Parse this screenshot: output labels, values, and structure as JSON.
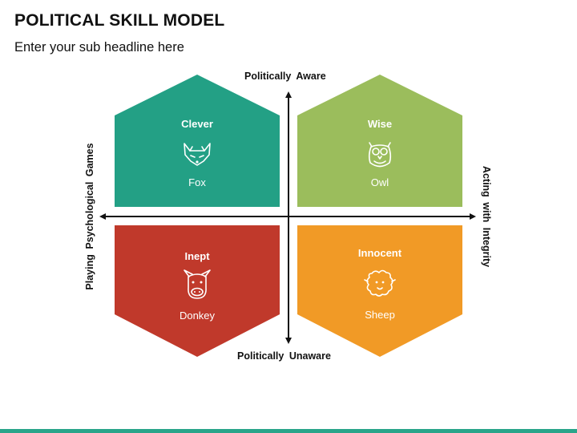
{
  "header": {
    "title": "POLITICAL SKILL MODEL",
    "subtitle": "Enter your sub headline here"
  },
  "axes": {
    "top": "Politically Aware",
    "bottom": "Politically Unaware",
    "left": "Playing Psychological Games",
    "right": "Acting with Integrity"
  },
  "quadrants": [
    {
      "id": "top-left",
      "title": "Clever",
      "animal": "Fox",
      "icon": "fox-icon",
      "color": "#23a085"
    },
    {
      "id": "top-right",
      "title": "Wise",
      "animal": "Owl",
      "icon": "owl-icon",
      "color": "#9bbd5c"
    },
    {
      "id": "bottom-left",
      "title": "Inept",
      "animal": "Donkey",
      "icon": "donkey-icon",
      "color": "#c0392b"
    },
    {
      "id": "bottom-right",
      "title": "Innocent",
      "animal": "Sheep",
      "icon": "sheep-icon",
      "color": "#f19a26"
    }
  ],
  "colors": {
    "accent_bar": "#2aa58a",
    "axis": "#111111"
  }
}
